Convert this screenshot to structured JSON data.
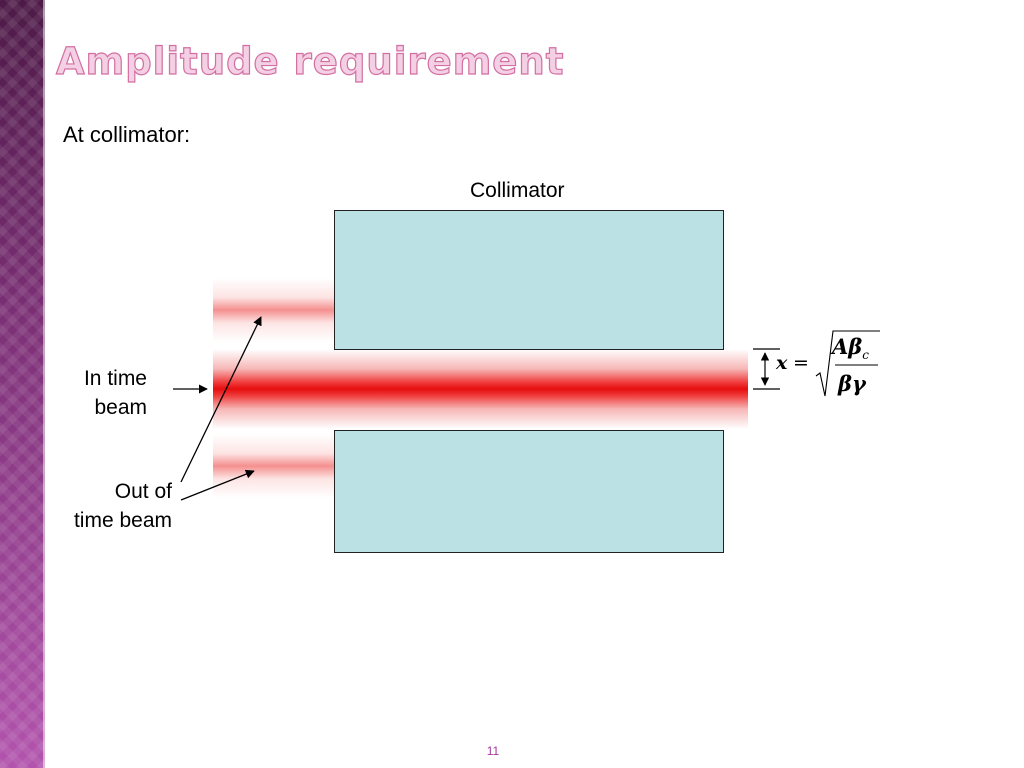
{
  "slide": {
    "title": "Amplitude requirement",
    "subtitle": "At collimator:",
    "page_number": "11"
  },
  "diagram": {
    "collimator_label": "Collimator",
    "in_time_beam_label": [
      "In time",
      "beam"
    ],
    "out_of_time_beam_label": [
      "Out of",
      "time beam"
    ]
  },
  "formula": {
    "lhs": "x",
    "equals": "=",
    "numerator_symbol": "Aβ",
    "numerator_subscript": "c",
    "denominator": "βγ"
  },
  "colors": {
    "accent_purple": "#8e3c8a",
    "title_fill": "#f3d0e3",
    "collimator_fill": "#bce1e4",
    "beam_core": "#e60e0e",
    "page_number": "#a33aa0"
  }
}
